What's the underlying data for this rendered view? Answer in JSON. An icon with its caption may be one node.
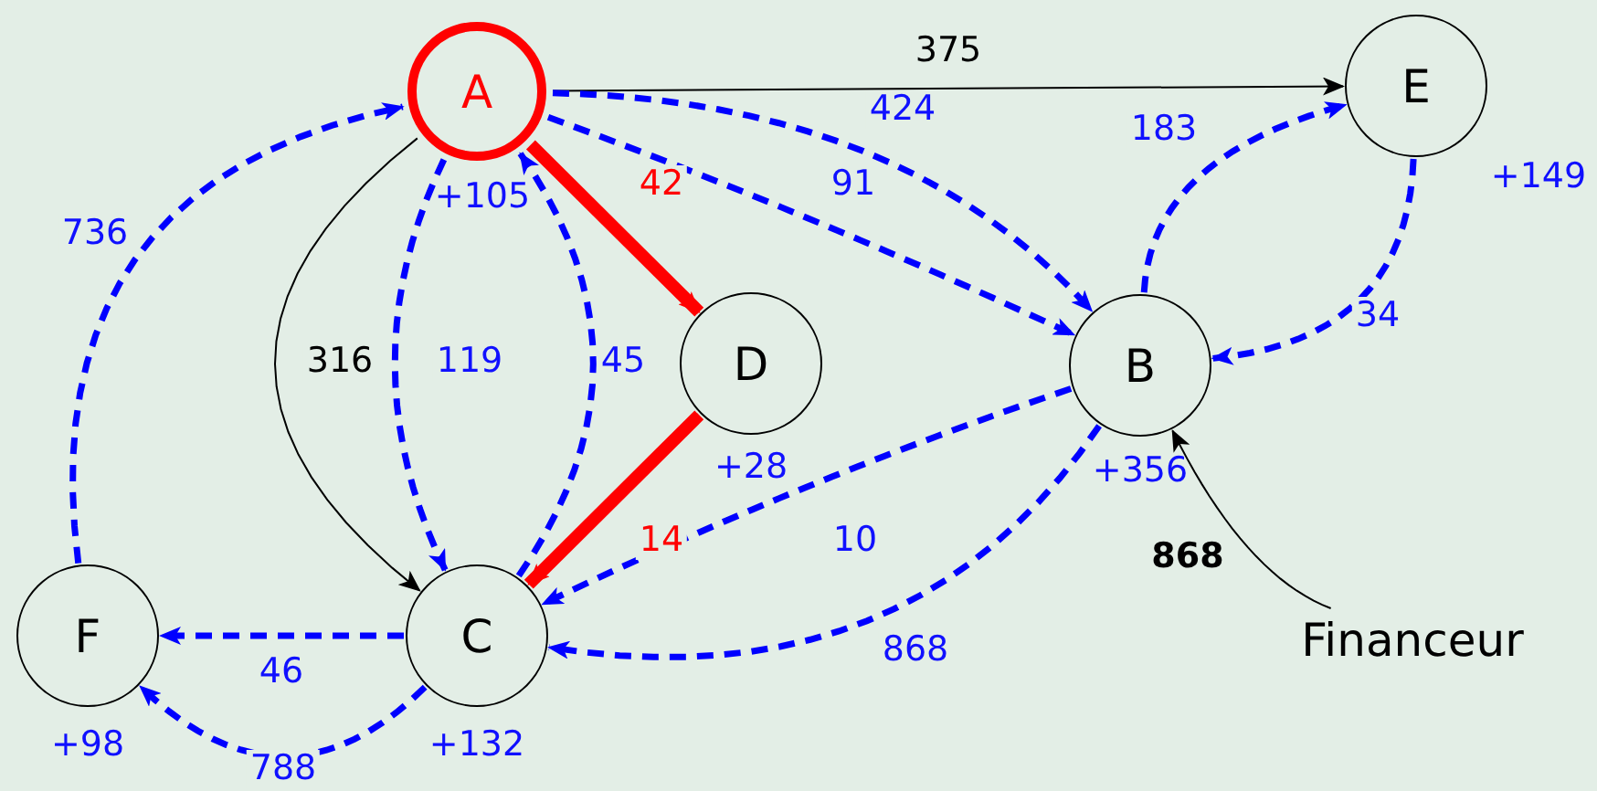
{
  "diagram": {
    "nodes": [
      {
        "text": [
          "A"
        ],
        "beside": [
          "+105"
        ]
      },
      {
        "text": [
          "E"
        ],
        "beside": [
          "+149"
        ]
      },
      {
        "text": [
          "D"
        ],
        "beside": [
          "+28"
        ]
      },
      {
        "text": [
          "B"
        ],
        "beside": [
          "+356"
        ]
      },
      {
        "text": [
          "F"
        ],
        "beside": [
          "+98"
        ]
      },
      {
        "text": [
          "C"
        ],
        "beside": [
          "+132"
        ]
      },
      {
        "text": [
          "Financeur"
        ]
      }
    ],
    "edges": [
      {
        "from": 0,
        "to": 1,
        "arrow": "to",
        "label": "375",
        "color": "#000000"
      },
      {
        "from": 0,
        "to": 3,
        "arrow": "to",
        "label": "424",
        "style": "dashed"
      },
      {
        "from": 0,
        "to": 3,
        "arrow": "to",
        "label": "91",
        "style": "dashed"
      },
      {
        "from": 0,
        "to": 2,
        "arrow": "to",
        "label": "42",
        "style": "thick",
        "color": "#ff0000"
      },
      {
        "from": 0,
        "to": 5,
        "arrow": "to",
        "label": "316",
        "color": "#000000"
      },
      {
        "from": 0,
        "to": 5,
        "arrow": "to",
        "label": "119",
        "style": "dashed"
      },
      {
        "from": 5,
        "to": 0,
        "arrow": "to",
        "label": "45",
        "style": "dashed"
      },
      {
        "from": 4,
        "to": 0,
        "arrow": "to",
        "label": "736",
        "style": "dashed"
      },
      {
        "from": 2,
        "to": 5,
        "arrow": "to",
        "label": "14",
        "style": "thick",
        "color": "#ff0000"
      },
      {
        "from": 3,
        "to": 5,
        "arrow": "to",
        "label": "10",
        "style": "dashed"
      },
      {
        "from": 3,
        "to": 5,
        "arrow": "to",
        "label": "868",
        "style": "dashed"
      },
      {
        "from": 3,
        "to": 1,
        "arrow": "to",
        "label": "183",
        "style": "dashed"
      },
      {
        "from": 1,
        "to": 3,
        "arrow": "to",
        "label": "34",
        "style": "dashed"
      },
      {
        "from": 5,
        "to": 4,
        "arrow": "to",
        "label": "46",
        "style": "dashed"
      },
      {
        "from": 5,
        "to": 4,
        "arrow": "to",
        "label": "788",
        "style": "dashed"
      },
      {
        "from": 6,
        "to": 3,
        "arrow": "to",
        "label": "868",
        "color": "#000000"
      }
    ]
  }
}
